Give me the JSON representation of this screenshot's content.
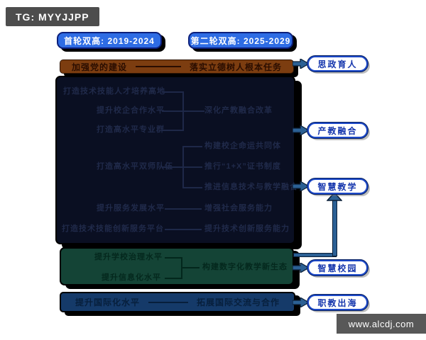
{
  "badge": "TG: MYYJJPP",
  "watermark": "www.alcdj.com",
  "buttons": [
    {
      "label": "首轮双高: 2019-2024"
    },
    {
      "label": "第二轮双高: 2025-2029"
    }
  ],
  "party_row": {
    "left": "加强党的建设",
    "right": "落实立德树人根本任务"
  },
  "navy": {
    "group1": {
      "items": [
        "打造技术技能人才培养高地",
        "提升校企合作水平",
        "打造高水平专业群"
      ],
      "right": "深化产教融合改革"
    },
    "group2": {
      "left": "打造高水平双师队伍",
      "rights": [
        "构建校企命运共同体",
        "推行“1+X”证书制度",
        "推进信息技术与教学融合"
      ]
    },
    "row7": {
      "left": "提升服务发展水平",
      "right": "增强社会服务能力"
    },
    "row8": {
      "left": "打造技术技能创新服务平台",
      "right": "提升技术创新服务能力"
    }
  },
  "green": {
    "items": [
      "提升学校治理水平",
      "提升信息化水平"
    ],
    "right": "构建数字化教学新生态"
  },
  "bottom_row": {
    "left": "提升国际化水平",
    "right": "拓展国际交流与合作"
  },
  "pills": [
    "思政育人",
    "产教融合",
    "智慧教学",
    "智慧校园",
    "职教出海"
  ],
  "colors": {
    "button_blue": "#2e6ce4",
    "party_brown": "#7c3d10",
    "navy_panel": "#0a0f22",
    "green_panel": "#144436",
    "bottom_blue": "#153a69",
    "pill_border_blue": "#1d49c8",
    "pill_text_blue": "#1536ad",
    "arrow_blue": "#2b6094",
    "shadow_black": "#000000"
  }
}
